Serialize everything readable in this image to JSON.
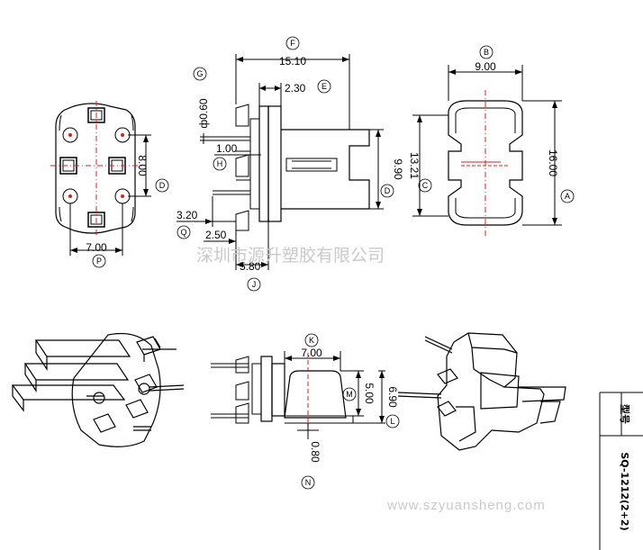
{
  "dimensions": {
    "pin_dia": "ф0.60",
    "width_overall": "15.10",
    "flange_thick": "2.30",
    "pin_step": "1.00",
    "pin_out": "3.20",
    "pin_out2": "2.50",
    "pin_base": "5.80",
    "height_side": "9.90",
    "width_right": "9.00",
    "inner_height": "13.21",
    "height_right": "16.00",
    "pin_pitch_v": "8.00",
    "pin_pitch_h": "7.00",
    "iso_width": "7.00",
    "iso_height_inner": "5.00",
    "iso_height": "6.90",
    "iso_bottom": "0.80"
  },
  "labels": {
    "A": "A",
    "B": "B",
    "C": "C",
    "D": "D",
    "E": "E",
    "F": "F",
    "G": "G",
    "H": "H",
    "J": "J",
    "K": "K",
    "L": "L",
    "M": "M",
    "N": "N",
    "P": "P",
    "Q": "Q"
  },
  "watermark": {
    "company": "深圳市源升塑胶有限公司",
    "url": "www.szyuansheng.com"
  },
  "title_block": {
    "model_label": "型号",
    "model_value": "SQ-1212(2+2)"
  },
  "colors": {
    "line": "#000000",
    "center_line": "#d62020",
    "pin_dot": "#d62020",
    "watermark": "#c9c9c9"
  }
}
